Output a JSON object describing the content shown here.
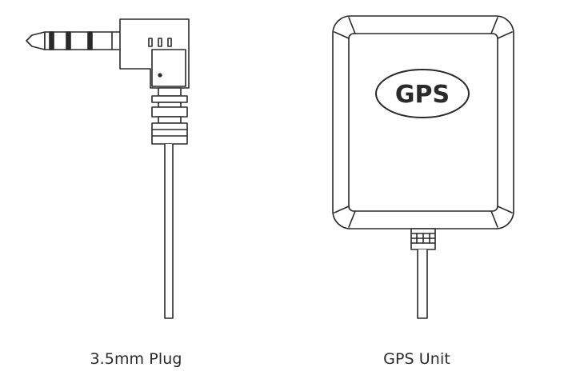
{
  "plug": {
    "caption": "3.5mm Plug"
  },
  "gps_unit": {
    "badge_text": "GPS",
    "caption": "GPS Unit"
  },
  "colors": {
    "stroke": "#2a2a2a",
    "fill": "#ffffff"
  }
}
